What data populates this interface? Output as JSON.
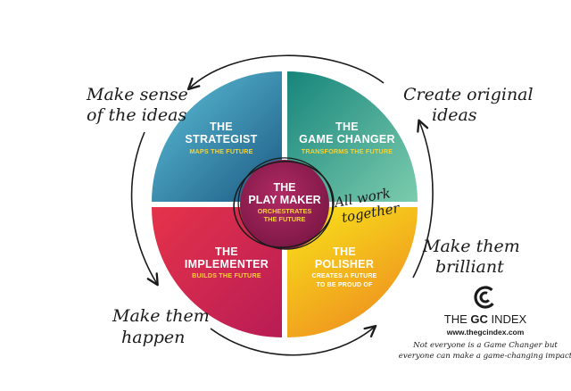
{
  "diagram": {
    "quadrants": {
      "strategist": {
        "title_1": "THE",
        "title_2": "STRATEGIST",
        "subtitle": "MAPS THE FUTURE"
      },
      "game_changer": {
        "title_1": "THE",
        "title_2": "GAME CHANGER",
        "subtitle": "TRANSFORMS THE FUTURE"
      },
      "implementer": {
        "title_1": "THE",
        "title_2": "IMPLEMENTER",
        "subtitle": "BUILDS THE FUTURE"
      },
      "polisher": {
        "title_1": "THE",
        "title_2": "POLISHER",
        "subtitle_1": "CREATES A FUTURE",
        "subtitle_2": "TO BE PROUD OF"
      }
    },
    "center": {
      "title_1": "THE",
      "title_2": "PLAY MAKER",
      "subtitle_1": "ORCHESTRATES",
      "subtitle_2": "THE FUTURE"
    },
    "center_note": {
      "line_1": "All work",
      "line_2": "together"
    },
    "cycle_labels": {
      "top_left": {
        "line_1": "Make sense",
        "line_2": "of the ideas"
      },
      "top_right": {
        "line_1": "Create original",
        "line_2": "ideas"
      },
      "bottom_right": {
        "line_1": "Make them",
        "line_2": "brilliant"
      },
      "bottom_left": {
        "line_1": "Make them",
        "line_2": "happen"
      }
    },
    "colors": {
      "strategist_a": "#5dc2d9",
      "strategist_b": "#1d5a84",
      "game_changer_a": "#1b8c7f",
      "game_changer_b": "#6fc6a6",
      "implementer_a": "#e4324b",
      "implementer_b": "#bf1e52",
      "polisher_a": "#f7e11c",
      "polisher_b": "#f0941e",
      "center": "#9a1f55",
      "accent_yellow": "#f6d335"
    }
  },
  "brand": {
    "logo_letters": "GC",
    "name_prefix": "THE",
    "name_bold": "GC",
    "name_suffix": "INDEX",
    "url": "www.thegcindex.com",
    "tagline_1": "Not everyone is a Game Changer but",
    "tagline_2": "everyone can make a game-changing impact"
  }
}
